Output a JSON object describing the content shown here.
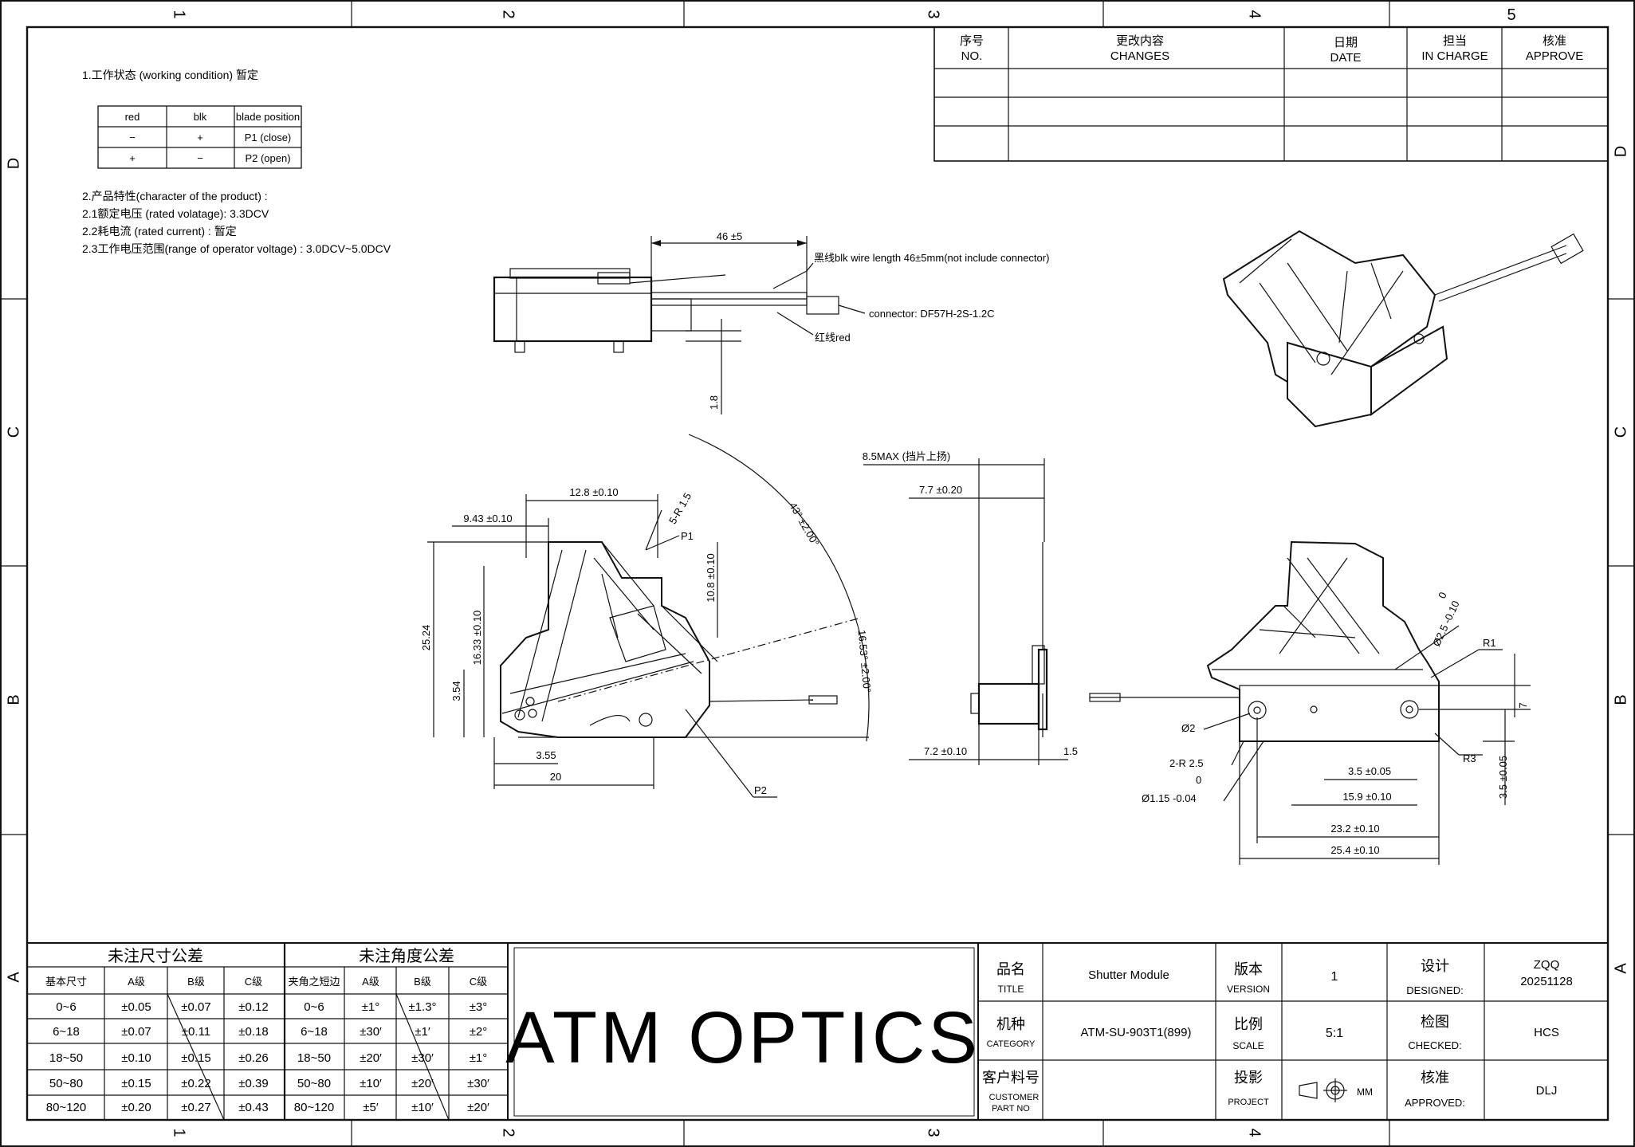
{
  "border": {
    "columns": [
      "1",
      "2",
      "3",
      "4",
      "5"
    ],
    "rows": [
      "D",
      "C",
      "B",
      "A"
    ]
  },
  "revision_block": {
    "headers": [
      {
        "cn": "序号",
        "en": "NO."
      },
      {
        "cn": "更改内容",
        "en": "CHANGES"
      },
      {
        "cn": "日期",
        "en": "DATE"
      },
      {
        "cn": "担当",
        "en": "IN CHARGE"
      },
      {
        "cn": "核准",
        "en": "APPROVE"
      }
    ]
  },
  "notes": {
    "n1": "1.工作状态 (working condition) 暂定",
    "table_headers": [
      "red",
      "blk",
      "blade position"
    ],
    "table_rows": [
      [
        "−",
        "+",
        "P1 (close)"
      ],
      [
        "+",
        "−",
        "P2 (open)"
      ]
    ],
    "n2": "2.产品特性(character of the product) :",
    "n21": "2.1额定电压 (rated volatage): 3.3DCV",
    "n22": "2.2耗电流 (rated current) : 暂定",
    "n23": "2.3工作电压范围(range of operator voltage) : 3.0DCV~5.0DCV"
  },
  "side_view": {
    "dim_length": "46 ±5",
    "black_wire": "黑线blk  wire length 46±5mm(not include connector)",
    "connector": "connector: DF57H-2S-1.2C",
    "red_wire": "红线red",
    "dim_height": "1.8"
  },
  "front_view": {
    "d_12_8": "12.8 ±0.10",
    "d_9_43": "9.43 ±0.10",
    "d_5r": "5-R 1.5",
    "p1": "P1",
    "d_10_8": "10.8 ±0.10",
    "d_43": "43° ±2.00°",
    "d_16_53": "16.53° ±2.00°",
    "d_25_24": "25.24",
    "d_16_33": "16.33 ±0.10",
    "d_3_54": "3.54",
    "d_3_55": "3.55",
    "d_20": "20",
    "p2": "P2"
  },
  "profile_view": {
    "d_8_5": "8.5MAX (挡片上扬)",
    "d_7_7": "7.7 ±0.20",
    "d_7_2": "7.2 ±0.10",
    "d_1_5": "1.5"
  },
  "bottom_view": {
    "d_25": "0",
    "d_25b": "Ø2.5 -0.10",
    "r1": "R1",
    "d_7": "7",
    "phi2": "Ø2",
    "r3": "R3",
    "two_r": "2-R 2.5",
    "phi115a": "0",
    "phi115b": "Ø1.15 -0.04",
    "d_3_5": "3.5 ±0.05",
    "d_3_5v": "3.5 ±0.05",
    "d_15_9": "15.9 ±0.10",
    "d_23_2": "23.2 ±0.10",
    "d_25_4": "25.4 ±0.10"
  },
  "tolerance_linear": {
    "title": "未注尺寸公差",
    "headers": [
      "基本尺寸",
      "A级",
      "B级",
      "C级"
    ],
    "rows": [
      [
        "0~6",
        "±0.05",
        "±0.07",
        "±0.12"
      ],
      [
        "6~18",
        "±0.07",
        "±0.11",
        "±0.18"
      ],
      [
        "18~50",
        "±0.10",
        "±0.15",
        "±0.26"
      ],
      [
        "50~80",
        "±0.15",
        "±0.22",
        "±0.39"
      ],
      [
        "80~120",
        "±0.20",
        "±0.27",
        "±0.43"
      ]
    ]
  },
  "tolerance_angle": {
    "title": "未注角度公差",
    "headers": [
      "夹角之短边",
      "A级",
      "B级",
      "C级"
    ],
    "rows": [
      [
        "0~6",
        "±1°",
        "±1.3°",
        "±3°"
      ],
      [
        "6~18",
        "±30′",
        "±1′",
        "±2°"
      ],
      [
        "18~50",
        "±20′",
        "±30′",
        "±1°"
      ],
      [
        "50~80",
        "±10′",
        "±20′",
        "±30′"
      ],
      [
        "80~120",
        "±5′",
        "±10′",
        "±20′"
      ]
    ]
  },
  "company": "ATM OPTICS",
  "title_block": {
    "title_cn": "品名",
    "title_en": "TITLE",
    "title_val": "Shutter Module",
    "version_cn": "版本",
    "version_en": "VERSION",
    "version_val": "1",
    "designed_cn": "设计",
    "designed_en": "DESIGNED:",
    "designed_val1": "ZQQ",
    "designed_val2": "20251128",
    "category_cn": "机种",
    "category_en": "CATEGORY",
    "category_val": "ATM-SU-903T1(899)",
    "scale_cn": "比例",
    "scale_en": "SCALE",
    "scale_val": "5:1",
    "checked_cn": "检图",
    "checked_en": "CHECKED:",
    "checked_val": "HCS",
    "customer_cn": "客户料号",
    "customer_en1": "CUSTOMER",
    "customer_en2": "PART NO",
    "project_cn": "投影",
    "project_en": "PROJECT",
    "unit": "MM",
    "approved_cn": "核准",
    "approved_en": "APPROVED:",
    "approved_val": "DLJ"
  }
}
